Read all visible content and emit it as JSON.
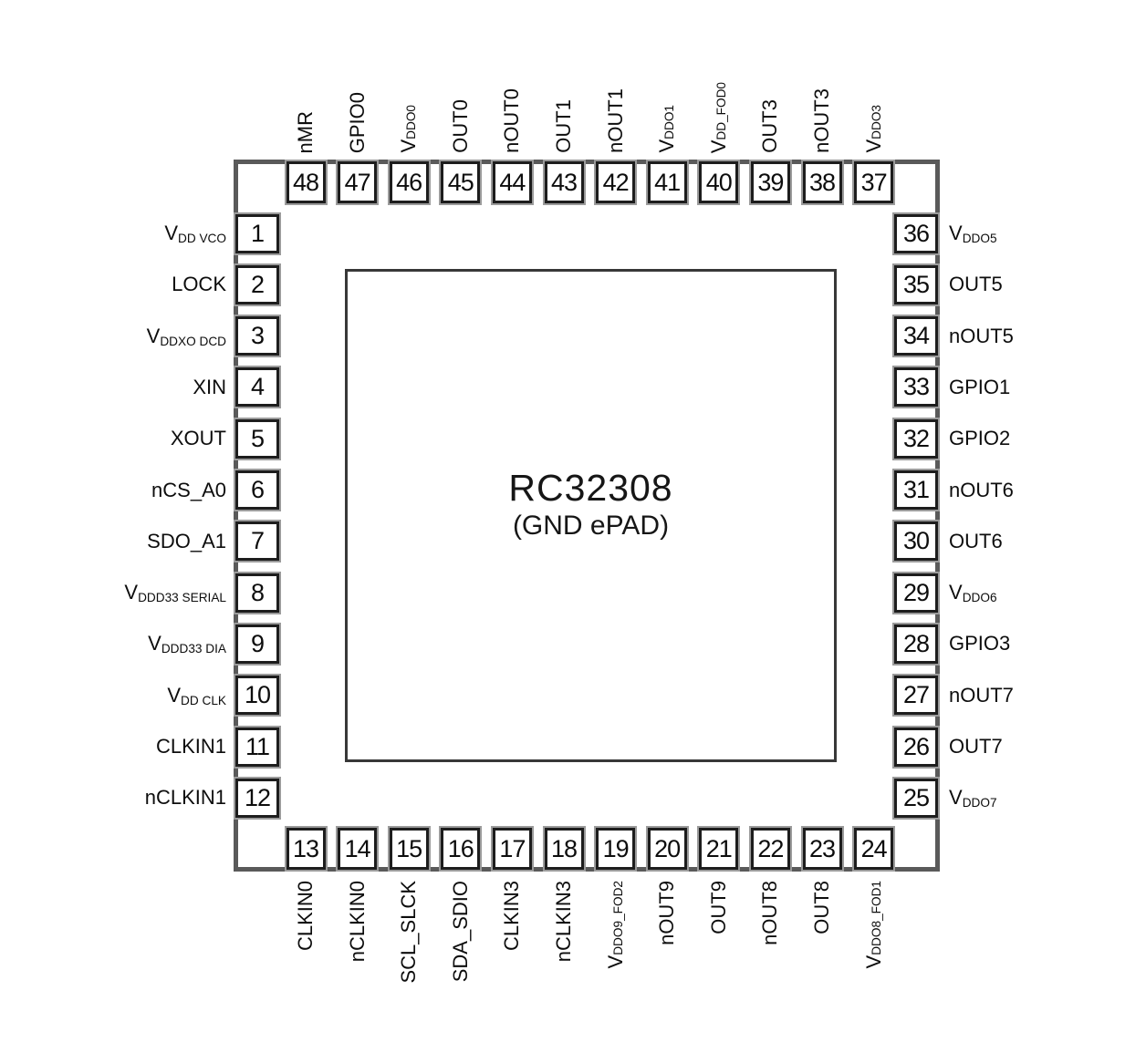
{
  "chip": {
    "title": "RC32308",
    "subtitle": "(GND ePAD)"
  },
  "colors": {
    "diagram_text": "#111111",
    "package_outline_gray": "#5a5a5a",
    "pin_box_border": "#1d1d1d"
  },
  "pins": {
    "top": [
      {
        "num": "48",
        "label": "nMR"
      },
      {
        "num": "47",
        "label": "GPIO0"
      },
      {
        "num": "46",
        "label": "V",
        "sub": "DDO0"
      },
      {
        "num": "45",
        "label": "OUT0"
      },
      {
        "num": "44",
        "label": "nOUT0"
      },
      {
        "num": "43",
        "label": "OUT1"
      },
      {
        "num": "42",
        "label": "nOUT1"
      },
      {
        "num": "41",
        "label": "V",
        "sub": "DDO1"
      },
      {
        "num": "40",
        "label": "V",
        "sub": "DD_FOD0"
      },
      {
        "num": "39",
        "label": "OUT3"
      },
      {
        "num": "38",
        "label": "nOUT3"
      },
      {
        "num": "37",
        "label": "V",
        "sub": "DDO3"
      }
    ],
    "left": [
      {
        "num": "1",
        "label": "V",
        "sub": "DD VCO"
      },
      {
        "num": "2",
        "label": "LOCK"
      },
      {
        "num": "3",
        "label": "V",
        "sub": "DDXO DCD"
      },
      {
        "num": "4",
        "label": "XIN"
      },
      {
        "num": "5",
        "label": "XOUT"
      },
      {
        "num": "6",
        "label": "nCS_A0"
      },
      {
        "num": "7",
        "label": "SDO_A1"
      },
      {
        "num": "8",
        "label": "V",
        "sub": "DDD33 SERIAL"
      },
      {
        "num": "9",
        "label": "V",
        "sub": "DDD33 DIA"
      },
      {
        "num": "10",
        "label": "V",
        "sub": "DD CLK"
      },
      {
        "num": "11",
        "label": "CLKIN1"
      },
      {
        "num": "12",
        "label": "nCLKIN1"
      }
    ],
    "right": [
      {
        "num": "36",
        "label": "V",
        "sub": "DDO5"
      },
      {
        "num": "35",
        "label": "OUT5"
      },
      {
        "num": "34",
        "label": "nOUT5"
      },
      {
        "num": "33",
        "label": "GPIO1"
      },
      {
        "num": "32",
        "label": "GPIO2"
      },
      {
        "num": "31",
        "label": "nOUT6"
      },
      {
        "num": "30",
        "label": "OUT6"
      },
      {
        "num": "29",
        "label": "V",
        "sub": "DDO6"
      },
      {
        "num": "28",
        "label": "GPIO3"
      },
      {
        "num": "27",
        "label": "nOUT7"
      },
      {
        "num": "26",
        "label": "OUT7"
      },
      {
        "num": "25",
        "label": "V",
        "sub": "DDO7"
      }
    ],
    "bottom": [
      {
        "num": "13",
        "label": "CLKIN0"
      },
      {
        "num": "14",
        "label": "nCLKIN0"
      },
      {
        "num": "15",
        "label": "SCL_SLCK"
      },
      {
        "num": "16",
        "label": "SDA_SDIO"
      },
      {
        "num": "17",
        "label": "CLKIN3"
      },
      {
        "num": "18",
        "label": "nCLKIN3"
      },
      {
        "num": "19",
        "label": "V",
        "sub": "DDO9_FOD2"
      },
      {
        "num": "20",
        "label": "nOUT9"
      },
      {
        "num": "21",
        "label": "OUT9"
      },
      {
        "num": "22",
        "label": "nOUT8"
      },
      {
        "num": "23",
        "label": "OUT8"
      },
      {
        "num": "24",
        "label": "V",
        "sub": "DDO8_FOD1"
      }
    ]
  }
}
